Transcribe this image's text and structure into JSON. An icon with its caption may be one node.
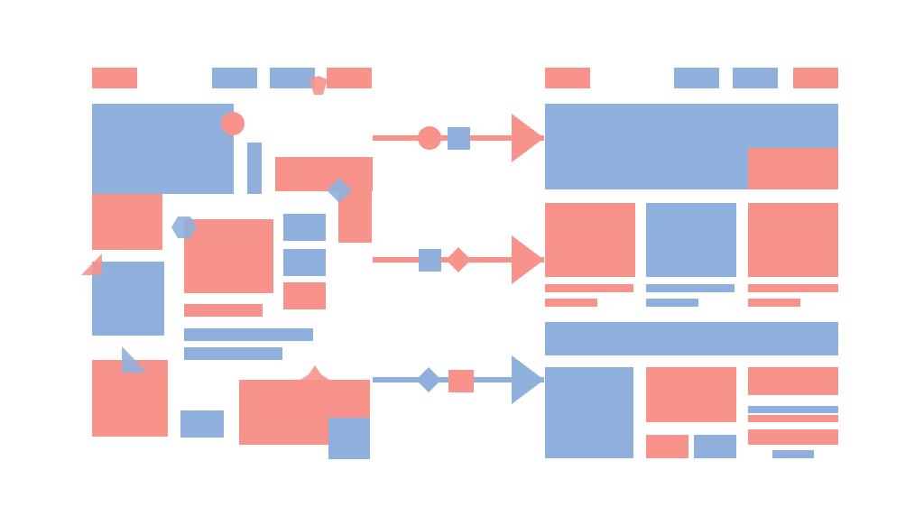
{
  "diagram": {
    "nodes": [
      {
        "text": [],
        "shape": "picture"
      },
      {
        "text": [],
        "shape": "picture"
      }
    ],
    "edges": [
      {
        "from": 0,
        "to": 1,
        "arrow": "to",
        "color": "#f7938b"
      },
      {
        "from": 0,
        "to": 1,
        "arrow": "to",
        "color": "#f7938b"
      },
      {
        "from": 0,
        "to": 1,
        "arrow": "to",
        "color": "#8fb0dd"
      }
    ]
  }
}
